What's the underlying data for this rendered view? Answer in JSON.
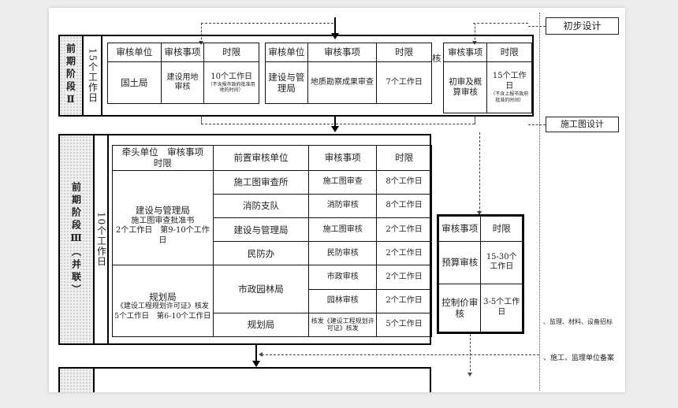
{
  "right_panel": {
    "box_preliminary": "初步设计",
    "box_construction_drawing": "施工图设计",
    "clipped_text_1": "、监理、材料、设备招标",
    "clipped_text_2": "、施工、监理单位备案"
  },
  "stage2": {
    "sidebar_label": "前期阶段Ⅱ",
    "duration": "15个工作日",
    "table_a": {
      "headers": [
        "审核单位",
        "审核事项",
        "时限"
      ],
      "row": {
        "unit": "国土局",
        "item": "建设用地审核",
        "time": "10个工作日",
        "time_note": "（不含报市政府批准用地的时间）"
      }
    },
    "table_b": {
      "headers": [
        "审核单位",
        "审核事项",
        "时限"
      ],
      "row": {
        "unit": "建设与管理局",
        "item": "地质勘察成果审查",
        "time": "7个工作日"
      }
    },
    "table_c": {
      "headers": [
        "核",
        "审核事项",
        "时限"
      ],
      "row": {
        "item": "初审及概算审核",
        "time": "15个工作日",
        "time_note": "（不含上报市政府批准的时间）"
      }
    }
  },
  "stage3": {
    "sidebar_label": "前期阶段Ⅲ（并联）",
    "duration": "10个工作日",
    "table": {
      "header_lead": "牵头单位　审核事项　时限",
      "headers": [
        "前置审核单位",
        "审核事项",
        "时限"
      ],
      "lead_1": {
        "unit": "建设与管理局",
        "item": "施工图审查批准书",
        "time": "2个工作日　第9-10个工作日"
      },
      "lead_2": {
        "unit": "规划局",
        "item": "《建设工程规划许可证》核发",
        "time": "5个工作日　第6-10个工作日"
      },
      "rows": [
        {
          "unit": "施工图审查所",
          "item": "施工图审查",
          "time": "8个工作日"
        },
        {
          "unit": "消防支队",
          "item": "消防审核",
          "time": "8个工作日"
        },
        {
          "unit": "建设与管理局",
          "item": "施工图审核",
          "time": "2个工作日"
        },
        {
          "unit": "民防办",
          "item": "民防审核",
          "time": "2个工作日"
        },
        {
          "unit": "市政园林局",
          "item": "市政审核",
          "time": "2个工作日"
        },
        {
          "unit": "",
          "item": "园林审核",
          "time": "2个工作日"
        },
        {
          "unit": "规划局",
          "item": "核发《建设工程规划许可证》核发",
          "time": "5个工作日"
        }
      ]
    }
  },
  "budget_table": {
    "headers": [
      "审核事项",
      "时限"
    ],
    "rows": [
      {
        "item": "预算审核",
        "time": "15-30个工作日"
      },
      {
        "item": "控制价审核",
        "time": "3-5个工作日"
      }
    ]
  }
}
